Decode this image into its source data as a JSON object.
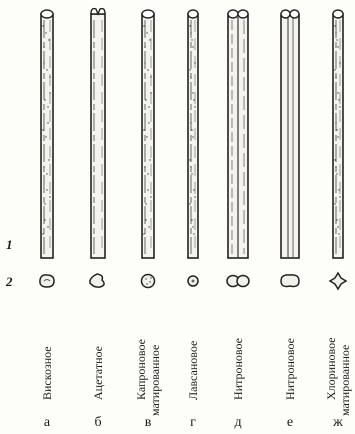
{
  "row_labels": {
    "row1": "1",
    "row2": "2"
  },
  "fibers": [
    {
      "letter": "а",
      "name_line1": "Вискозное",
      "name_line2": "",
      "section": "irregular"
    },
    {
      "letter": "б",
      "name_line1": "Ацетатное",
      "name_line2": "",
      "section": "trilobal"
    },
    {
      "letter": "в",
      "name_line1": "Капроновое",
      "name_line2": "матированное",
      "section": "round-dotted"
    },
    {
      "letter": "г",
      "name_line1": "Лавсановое",
      "name_line2": "",
      "section": "round"
    },
    {
      "letter": "д",
      "name_line1": "Нитроновое",
      "name_line2": "",
      "section": "dumbbell"
    },
    {
      "letter": "е",
      "name_line1": "Нитроновое",
      "name_line2": "",
      "section": "oval-bean"
    },
    {
      "letter": "ж",
      "name_line1": "Хлориновое",
      "name_line2": "матированное",
      "section": "star"
    }
  ]
}
